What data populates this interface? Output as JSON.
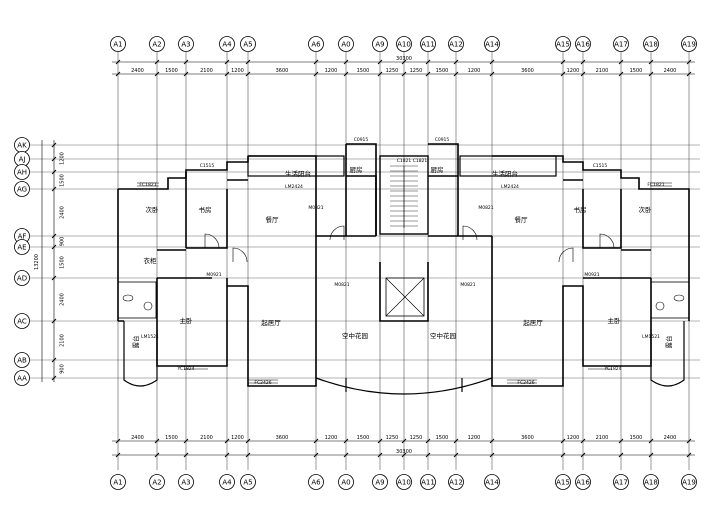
{
  "drawing": {
    "axes_top": [
      "A1",
      "A2",
      "A3",
      "A4",
      "A5",
      "A6",
      "A0",
      "A9",
      "A10",
      "A11",
      "A12",
      "A14",
      "A15",
      "A16",
      "A17",
      "A18",
      "A19"
    ],
    "axes_bottom": [
      "A1",
      "A2",
      "A3",
      "A4",
      "A5",
      "A6",
      "A0",
      "A9",
      "A10",
      "A11",
      "A12",
      "A14",
      "A15",
      "A16",
      "A17",
      "A18",
      "A19"
    ],
    "axes_left": [
      "AK",
      "AJ",
      "AH",
      "AG",
      "AF",
      "AE",
      "AD",
      "AC",
      "AB",
      "AA"
    ],
    "top_dims": [
      "2400",
      "1500",
      "2100",
      "1200",
      "3600",
      "1200",
      "1500",
      "1250",
      "1250",
      "1500",
      "1200",
      "3600",
      "1200",
      "2100",
      "1500",
      "2400"
    ],
    "bottom_dims": [
      "2400",
      "1500",
      "2100",
      "1200",
      "3600",
      "1200",
      "1500",
      "1250",
      "1250",
      "1500",
      "1200",
      "3600",
      "1200",
      "2100",
      "1500",
      "2400"
    ],
    "overall_dim": "30300",
    "left_dims": [
      "1200",
      "1500",
      "2400",
      "900",
      "1500",
      "2400",
      "2100",
      "900"
    ],
    "left_overall": "13200",
    "rooms": [
      {
        "label": "书房"
      },
      {
        "label": "次卧"
      },
      {
        "label": "衣柜"
      },
      {
        "label": "主卧"
      },
      {
        "label": "露台"
      },
      {
        "label": "餐厅"
      },
      {
        "label": "起居厅"
      },
      {
        "label": "生活阳台"
      },
      {
        "label": "厨房"
      },
      {
        "label": "空中花园"
      },
      {
        "label": "空中花园"
      },
      {
        "label": "厨房"
      },
      {
        "label": "生活阳台"
      },
      {
        "label": "餐厅"
      },
      {
        "label": "书房"
      },
      {
        "label": "次卧"
      },
      {
        "label": "起居厅"
      },
      {
        "label": "主卧"
      },
      {
        "label": "露台"
      }
    ],
    "tags": [
      "C1515",
      "C1515",
      "FC1821",
      "FC1821",
      "LM2424",
      "LM2424",
      "M0921",
      "M0921",
      "M0821",
      "M0821",
      "M0821",
      "M0821",
      "C0915",
      "C0915",
      "YC1824",
      "YC1824",
      "FC2426",
      "FC2426",
      "LM1521",
      "LM1521",
      "C1821",
      "C1821"
    ]
  }
}
